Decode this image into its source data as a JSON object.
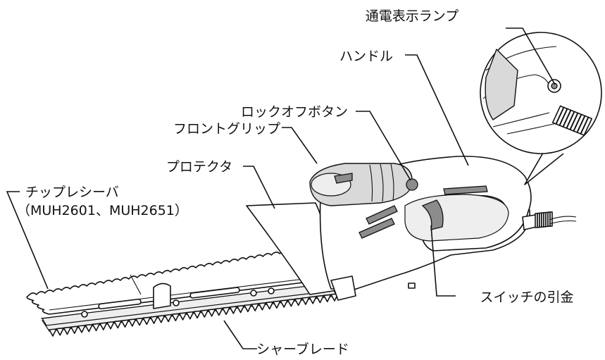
{
  "labels": {
    "power_lamp": "通電表示ランプ",
    "handle": "ハンドル",
    "lock_off_button": "ロックオフボタン",
    "front_grip": "フロントグリップ",
    "protector": "プロテクタ",
    "chip_receiver": "チップレシーバ",
    "chip_receiver_models": "（MUH2601、MUH2651）",
    "switch_trigger": "スイッチの引金",
    "shear_blade": "シャーブレード"
  },
  "colors": {
    "ink": "#111111",
    "body_shade": "#d9d9d9",
    "dark_part": "#8c8c8c"
  }
}
